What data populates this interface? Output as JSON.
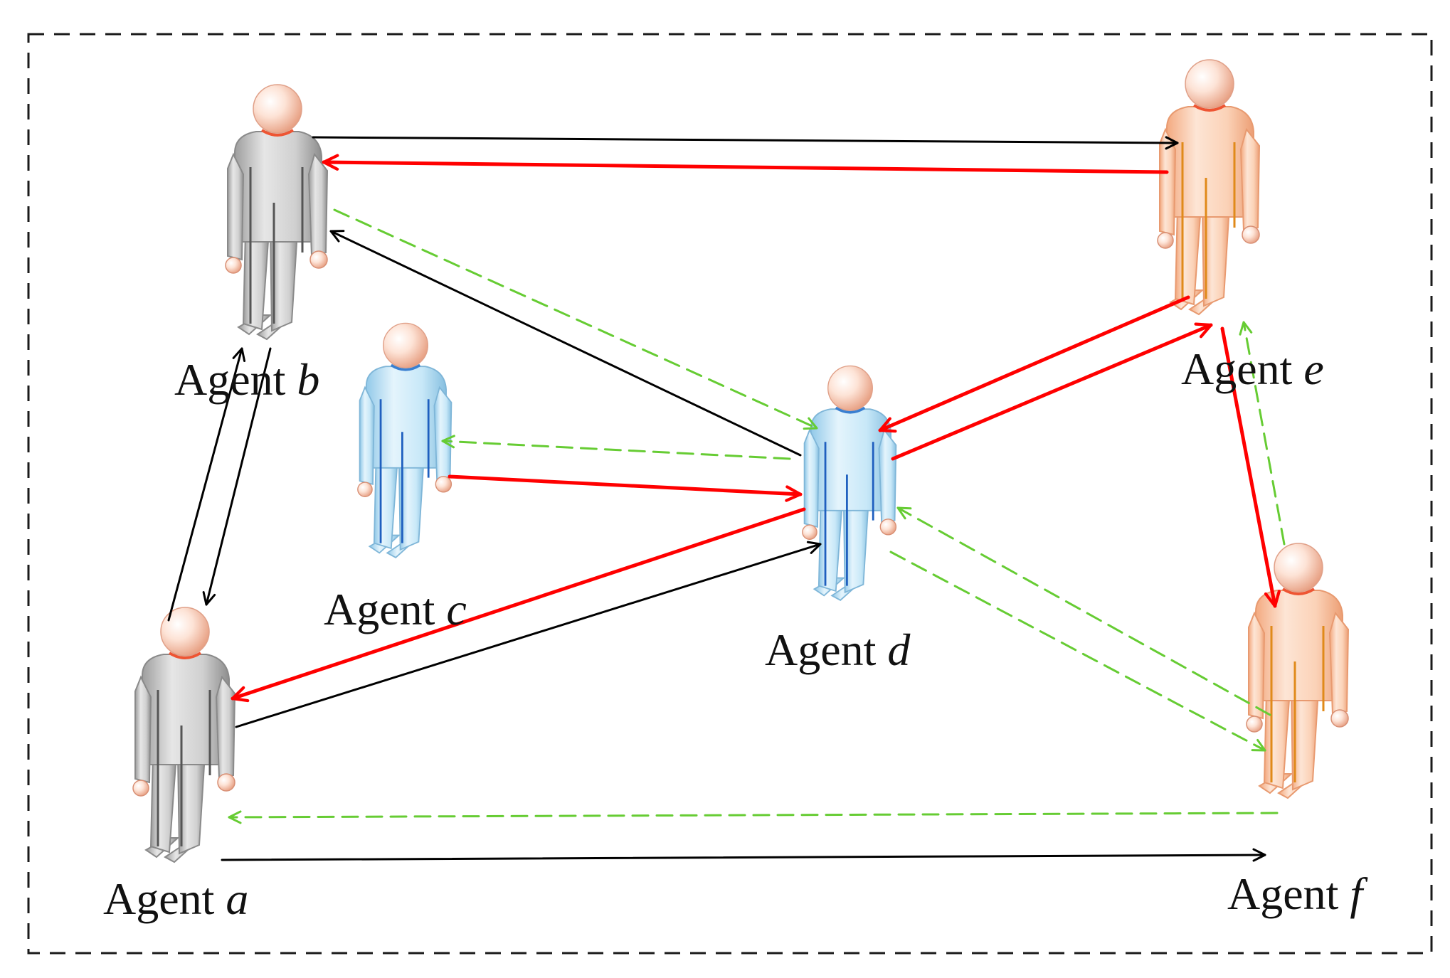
{
  "diagram": {
    "colors": {
      "frame": "#1a1a1a",
      "black_link": "#000000",
      "red_link": "#ff0000",
      "green_link": "#66cc33",
      "gray_body": "#c8c8c8",
      "blue_body": "#bfe3f6",
      "peach_body": "#fbc9a6",
      "head": "#f6c7b0"
    },
    "agents": {
      "a": {
        "word": "Agent",
        "letter": "a",
        "style": "gray"
      },
      "b": {
        "word": "Agent",
        "letter": "b",
        "style": "gray"
      },
      "c": {
        "word": "Agent",
        "letter": "c",
        "style": "blue"
      },
      "d": {
        "word": "Agent",
        "letter": "d",
        "style": "blue"
      },
      "e": {
        "word": "Agent",
        "letter": "e",
        "style": "peach"
      },
      "f": {
        "word": "Agent",
        "letter": "f",
        "style": "peach"
      }
    },
    "links": [
      {
        "from": "b",
        "to": "e",
        "type": "black"
      },
      {
        "from": "e",
        "to": "b",
        "type": "red"
      },
      {
        "from": "d",
        "to": "b",
        "type": "black"
      },
      {
        "from": "b",
        "to": "d",
        "type": "green"
      },
      {
        "from": "b",
        "to": "a",
        "type": "black"
      },
      {
        "from": "a",
        "to": "b",
        "type": "black"
      },
      {
        "from": "d",
        "to": "c",
        "type": "green"
      },
      {
        "from": "c",
        "to": "d",
        "type": "red"
      },
      {
        "from": "d",
        "to": "a",
        "type": "red"
      },
      {
        "from": "a",
        "to": "d",
        "type": "black"
      },
      {
        "from": "e",
        "to": "d",
        "type": "red"
      },
      {
        "from": "d",
        "to": "e",
        "type": "red"
      },
      {
        "from": "e",
        "to": "f",
        "type": "red"
      },
      {
        "from": "f",
        "to": "e",
        "type": "green"
      },
      {
        "from": "d",
        "to": "f",
        "type": "green"
      },
      {
        "from": "f",
        "to": "d",
        "type": "green"
      },
      {
        "from": "f",
        "to": "a",
        "type": "green"
      },
      {
        "from": "a",
        "to": "f",
        "type": "black"
      }
    ]
  }
}
